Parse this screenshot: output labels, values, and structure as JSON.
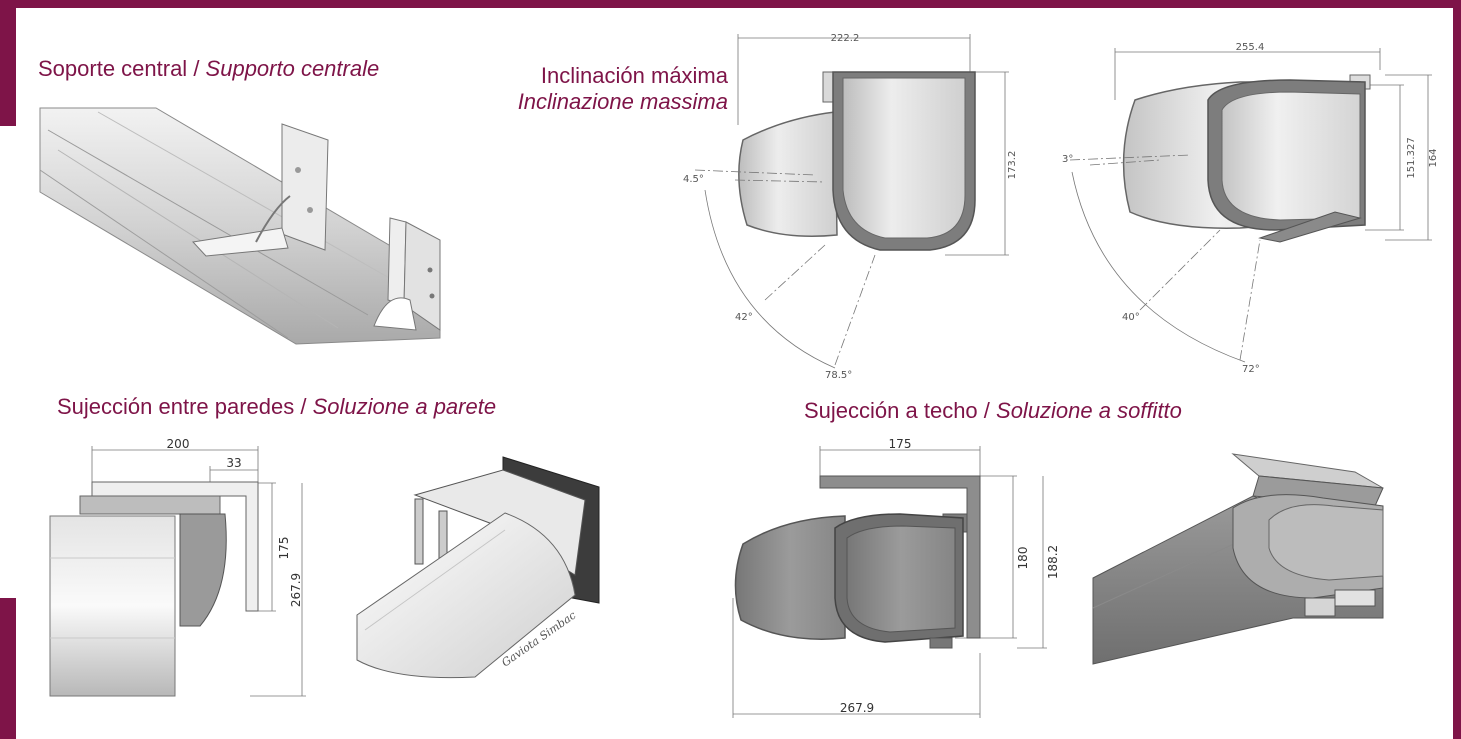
{
  "headings": {
    "soporte_central": {
      "es": "Soporte central",
      "sep": " / ",
      "it": "Supporto centrale"
    },
    "inclinacion": {
      "es": "Inclinación máxima",
      "it": "Inclinazione massima"
    },
    "paredes": {
      "es": "Sujección entre paredes",
      "sep": " / ",
      "it": "Soluzione a parete"
    },
    "techo": {
      "es": "Sujección a techo",
      "sep": " / ",
      "it": "Soluzione a soffitto"
    }
  },
  "dimensions": {
    "tilt_small": {
      "width": "222.2",
      "height": "173.2",
      "angle_top": "4.5°",
      "angle_mid": "42°",
      "angle_max": "78.5°"
    },
    "tilt_large": {
      "width": "255.4",
      "height_inner": "151.327",
      "height_outer": "164",
      "angle_top": "3°",
      "angle_mid": "40°",
      "angle_max": "72°"
    },
    "wall": {
      "width": "200",
      "bracket": "33",
      "height_inner": "175",
      "height_outer": "267.9"
    },
    "ceiling": {
      "bracket": "175",
      "height_inner": "180",
      "height_outer": "188.2",
      "width": "267.9"
    }
  },
  "product_label": "Gaviota Simbac",
  "colors": {
    "brand": "#7e1448",
    "metal_light": "#e6e6e6",
    "metal_dark": "#8a8a8a"
  }
}
